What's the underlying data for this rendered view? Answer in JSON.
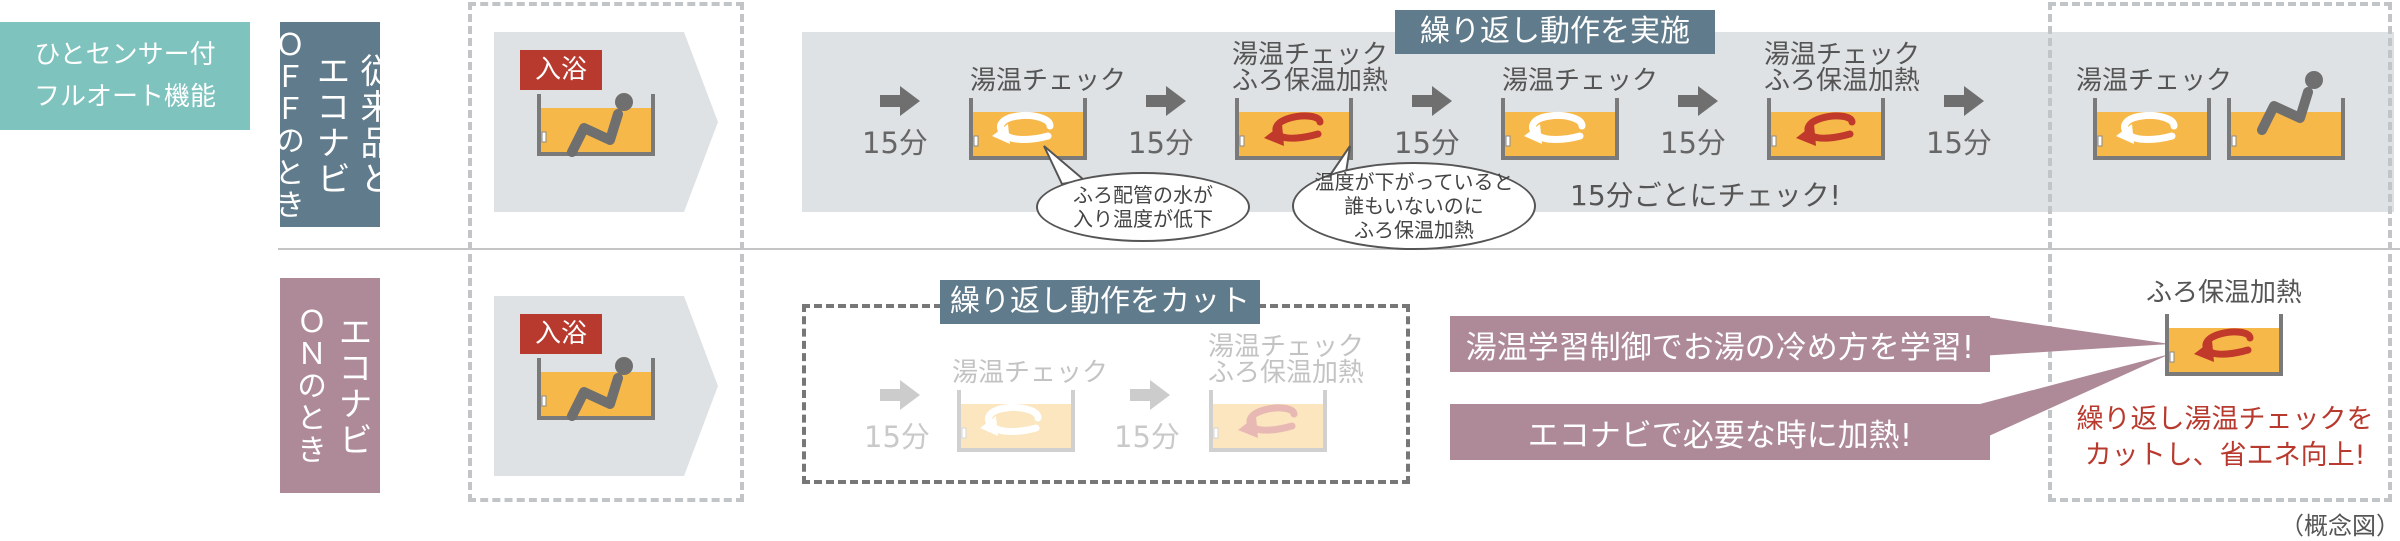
{
  "header": {
    "feature_label": "ひとセンサー付\nフルオート機能"
  },
  "rows": {
    "top": {
      "label_col1": "従来品と",
      "label_col2": "エコナビ",
      "label_col3": "ＯＦＦのとき"
    },
    "bottom": {
      "label_col1": "エコナビ",
      "label_col2": "ＯＮのとき"
    }
  },
  "bath_tag": "入浴",
  "top": {
    "banner": "繰り返し動作を実施",
    "interval": "15分",
    "check": "湯温チェック",
    "check_heat_1": "湯温チェック",
    "check_heat_2": "ふろ保温加熱",
    "every15": "15分ごとにチェック!",
    "bubble1": "ふろ配管の水が\n入り温度が低下",
    "bubble2": "温度が下がっていると\n誰もいないのに\nふろ保温加熱"
  },
  "bottom": {
    "banner": "繰り返し動作をカット",
    "interval": "15分",
    "check": "湯温チェック",
    "check_heat_1": "湯温チェック",
    "check_heat_2": "ふろ保温加熱",
    "pill1": "湯温学習制御でお湯の冷め方を学習!",
    "pill2": "エコナビで必要な時に加熱!",
    "heat_label": "ふろ保温加熱",
    "result": "繰り返し湯温チェックを\nカットし、省エネ向上!"
  },
  "footer": {
    "note": "（概念図）"
  },
  "colors": {
    "teal": "#7ec3be",
    "slate": "#607b8b",
    "mauve": "#ae8a98",
    "water": "#f7b84a",
    "red_arrow": "#c0392b"
  }
}
